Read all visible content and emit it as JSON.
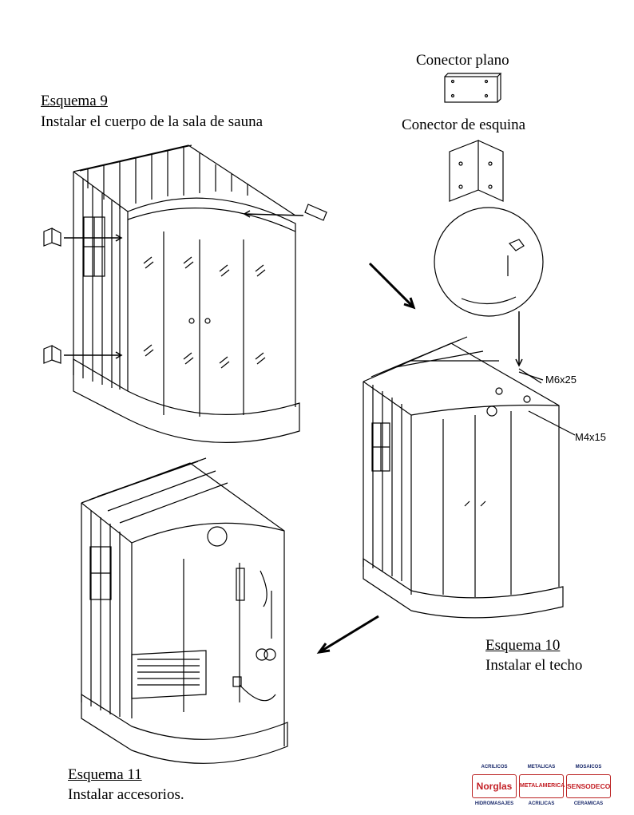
{
  "connectors": {
    "flat_label": "Conector plano",
    "corner_label": "Conector de esquina"
  },
  "scheme9": {
    "title": "Esquema 9",
    "caption": "Instalar el cuerpo de la sala de sauna"
  },
  "scheme10": {
    "title": "Esquema 10",
    "caption": "Instalar el techo",
    "bolt_large": "M6x25",
    "bolt_small": "M4x15"
  },
  "scheme11": {
    "title": "Esquema 11",
    "caption": "Instalar accesorios."
  },
  "brand": {
    "logos": [
      {
        "top": "ACRILICOS",
        "name": "Norglas",
        "bottom": "HIDROMASAJES"
      },
      {
        "top": "METALICAS",
        "name": "METALAMERICA",
        "bottom": "ACRILICAS"
      },
      {
        "top": "MOSAICOS",
        "name": "SENSODECO",
        "bottom": "CERAMICAS"
      }
    ]
  }
}
